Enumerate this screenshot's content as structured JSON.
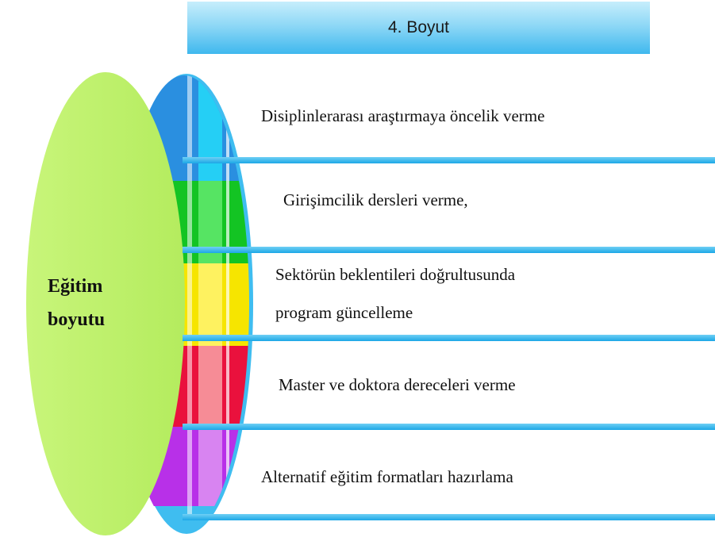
{
  "header": {
    "title": "4. Boyut"
  },
  "disk": {
    "title_line1": "Eğitim",
    "title_line2": "boyutu",
    "face_color": "#bdf26c",
    "band_colors": [
      "#1e88e5",
      "#12c220",
      "#f5e600",
      "#e8103c",
      "#b82ee6"
    ]
  },
  "items": [
    {
      "text": "Disiplinlerarası araştırmaya öncelik verme"
    },
    {
      "text": "Girişimcilik dersleri verme,"
    },
    {
      "text_line1": "Sektörün beklentileri doğrultusunda",
      "text_line2": "program güncelleme"
    },
    {
      "text": "Master ve doktora dereceleri verme"
    },
    {
      "text": "Alternatif eğitim formatları hazırlama"
    }
  ]
}
